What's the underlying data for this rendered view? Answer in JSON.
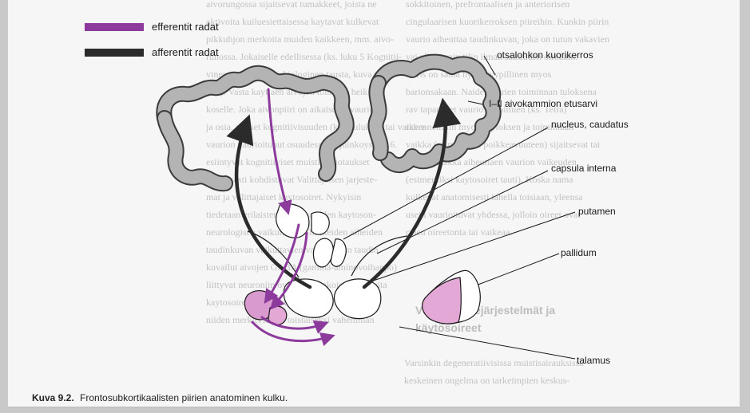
{
  "legend": {
    "efferent": {
      "label": "efferentit radat",
      "color": "#8c3a9b"
    },
    "afferent": {
      "label": "afferentit radat",
      "color": "#2b2b2b"
    }
  },
  "labels": {
    "cortex": "otsalohkon kuorikerros",
    "ventricle": "I–II aivokammion etusarvi",
    "caudate": "nucleus, caudatus",
    "capsule": "capsula interna",
    "putamen": "putamen",
    "pallidum": "pallidum",
    "thalamus": "talamus"
  },
  "caption": {
    "number": "Kuva 9.2.",
    "text": "Frontosubkortikaalisten piirien anatominen kulku."
  },
  "colors": {
    "cortex_fill": "#b4b4b4",
    "structure_fill": "#e3a8d6",
    "purple": "#8c3a9b",
    "dark": "#2b2b2b"
  },
  "background_text": {
    "left": [
      "aivorungossa sijaitsevat tumakkeet, joista ne",
      "aktivoita kuiluesiettaisessa kaytavat kulkevat",
      "pikkuhjon merkoita muiden kaikkeen, mm. aivo-",
      "runossa. Jokaiselle edellisessa (ks. luku 5 Kognitii-",
      "vinen muistin neurobiologinen tausta, kuva",
      "5.1.). Vasta kayttaen aivojen toiminta heik-",
      "koselle. Joka aivonpiiri on aikaiseksi vaurion",
      "ja osia. yleiset kognitiivisuuden (ks. taulukko) tai vaikeus",
      "vaurion vaurioitunut osuudessa laajuinkoyssa 9.6.",
      "esiintyvat kognitiiviset muistihairiotaukset",
      "tavallisesti kohdistuvat Valittajaisen jarjeste-",
      "mat ja valittajaiset kaytosoiret. Nykyisin",
      "tiedetaan erilaisten muistihairiden kaytoson-",
      "neurologisen vaikutuksien liikkeiden aiheiden",
      "taudinkuvan vaikuttavien valittajaisen taudin",
      "kuvailut aivojen GABA (gamma-aminovoihappo)",
      "liittyvat neuroniin ovat todennakoisesti tarkeita",
      "kaytosoireisiin liittyvia valittajaiseen, mutta",
      "niiden merkitysta on toistaiseksi vahemman"
    ],
    "right": [
      "sokkitoinen, prefrontaalisen ja anteriorisen",
      "cingulaarisen kuorikerroksen piireihin. Kunkin piirin",
      "vaurio aiheuttaa taudinkuvan, joka on tutun vakavien",
      "vai alkuperain tilin ilman sairauden oireisiin.",
      "Piiris on sama hyvin tyypillinen myos",
      "barionsakaan. Naiden piirien toiminnan tuloksena",
      "rav tapaukset vaurio sekoittuen (ks. Tetra)",
      "rakennelmiin myos kaytoksen ja toimintaan",
      "vaikka (esimerkiksi poikkeavuuteen) sijaitsevat tai",
      "syvyen saakka aiheuttaen vaurion vaikeuden",
      "(esimerkiksi kaytosoiret tauti). Koska nama",
      "kulkevat anatomisesti lahella toisiaan, yleensa",
      "usein vaurioituvat yhdessa, jolloin oireet ovat",
      "rinen oireetonta tai vaikeaa."
    ],
    "right_bottom": [
      "Varsinkin degeneratiivisissa muistisairauksissa",
      "keskeinen ongelma on tarkeimpien keskus-"
    ],
    "heading": [
      "Välittäjäainejärjestelmät ja",
      "käytösoireet"
    ]
  }
}
